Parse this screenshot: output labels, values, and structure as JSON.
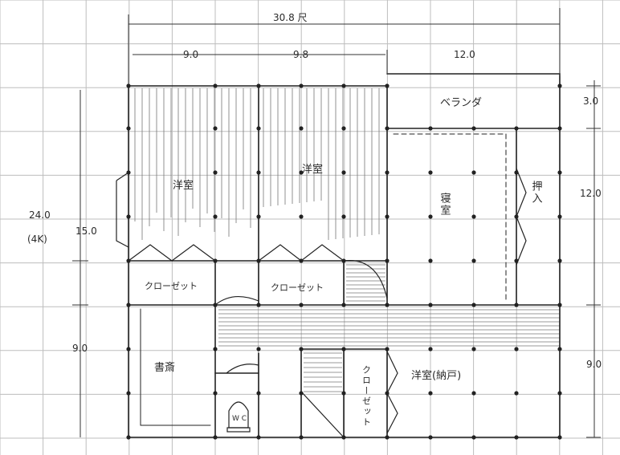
{
  "dimensions": {
    "overall": "30.8 尺",
    "top_left": "9.0",
    "top_mid": "9.8",
    "top_right": "12.0",
    "left_total": "24.0",
    "left_note": "(4K)",
    "left_upper": "15.0",
    "left_lower": "9.0",
    "right_top": "3.0",
    "right_mid": "12.0",
    "right_bottom": "9.0"
  },
  "rooms": {
    "western_left": "洋室",
    "western_center": "洋室",
    "veranda": "ベランダ",
    "bedroom": "寝室",
    "oshiire": "押入",
    "closet_left": "クローゼット",
    "closet_center": "クローゼット",
    "closet_vertical": "クローゼット",
    "study": "書斎",
    "storage_room": "洋室(納戸)",
    "wc": "W C"
  }
}
